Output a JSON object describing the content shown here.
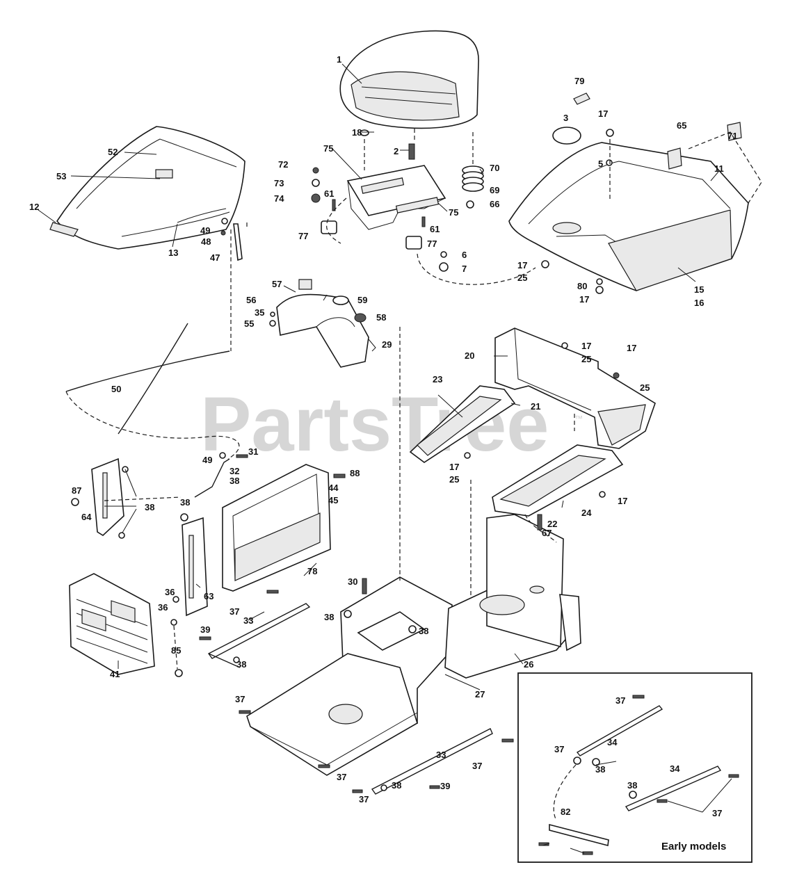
{
  "watermark": {
    "text": "PartsTree",
    "mark": "™"
  },
  "inset": {
    "caption": "Early models"
  },
  "labels": {
    "p1": "1",
    "p2": "2",
    "p3": "3",
    "p5": "5",
    "p6": "6",
    "p7": "7",
    "p11": "11",
    "p12": "12",
    "p13": "13",
    "p15": "15",
    "p16": "16",
    "p17a": "17",
    "p17b": "17",
    "p17c": "17",
    "p17d": "17",
    "p17e": "17",
    "p17f": "17",
    "p17g": "17",
    "p18": "18",
    "p20": "20",
    "p21": "21",
    "p22": "22",
    "p23": "23",
    "p24": "24",
    "p25a": "25",
    "p25b": "25",
    "p25c": "25",
    "p25d": "25",
    "p26": "26",
    "p27": "27",
    "p29": "29",
    "p30": "30",
    "p31": "31",
    "p32": "32",
    "p33a": "33",
    "p33b": "33",
    "p34a": "34",
    "p34b": "34",
    "p35": "35",
    "p36a": "36",
    "p36b": "36",
    "p37a": "37",
    "p37b": "37",
    "p37c": "37",
    "p37d": "37",
    "p37e": "37",
    "p37f": "37",
    "p37g": "37",
    "p37h": "37",
    "p38a": "38",
    "p38b": "38",
    "p38c": "38",
    "p38d": "38",
    "p38e": "38",
    "p38f": "38",
    "p38g": "38",
    "p38h": "38",
    "p38i": "38",
    "p39a": "39",
    "p39b": "39",
    "p41": "41",
    "p44": "44",
    "p45": "45",
    "p47": "47",
    "p48": "48",
    "p49a": "49",
    "p49b": "49",
    "p50": "50",
    "p52": "52",
    "p53": "53",
    "p55": "55",
    "p56": "56",
    "p57": "57",
    "p58": "58",
    "p59": "59",
    "p61a": "61",
    "p61b": "61",
    "p63": "63",
    "p64": "64",
    "p65": "65",
    "p66": "66",
    "p67": "67",
    "p69": "69",
    "p70": "70",
    "p71": "71",
    "p72": "72",
    "p73": "73",
    "p74": "74",
    "p75a": "75",
    "p75b": "75",
    "p77a": "77",
    "p77b": "77",
    "p78": "78",
    "p79": "79",
    "p80": "80",
    "p82": "82",
    "p85": "85",
    "p87": "87",
    "p88": "88"
  }
}
